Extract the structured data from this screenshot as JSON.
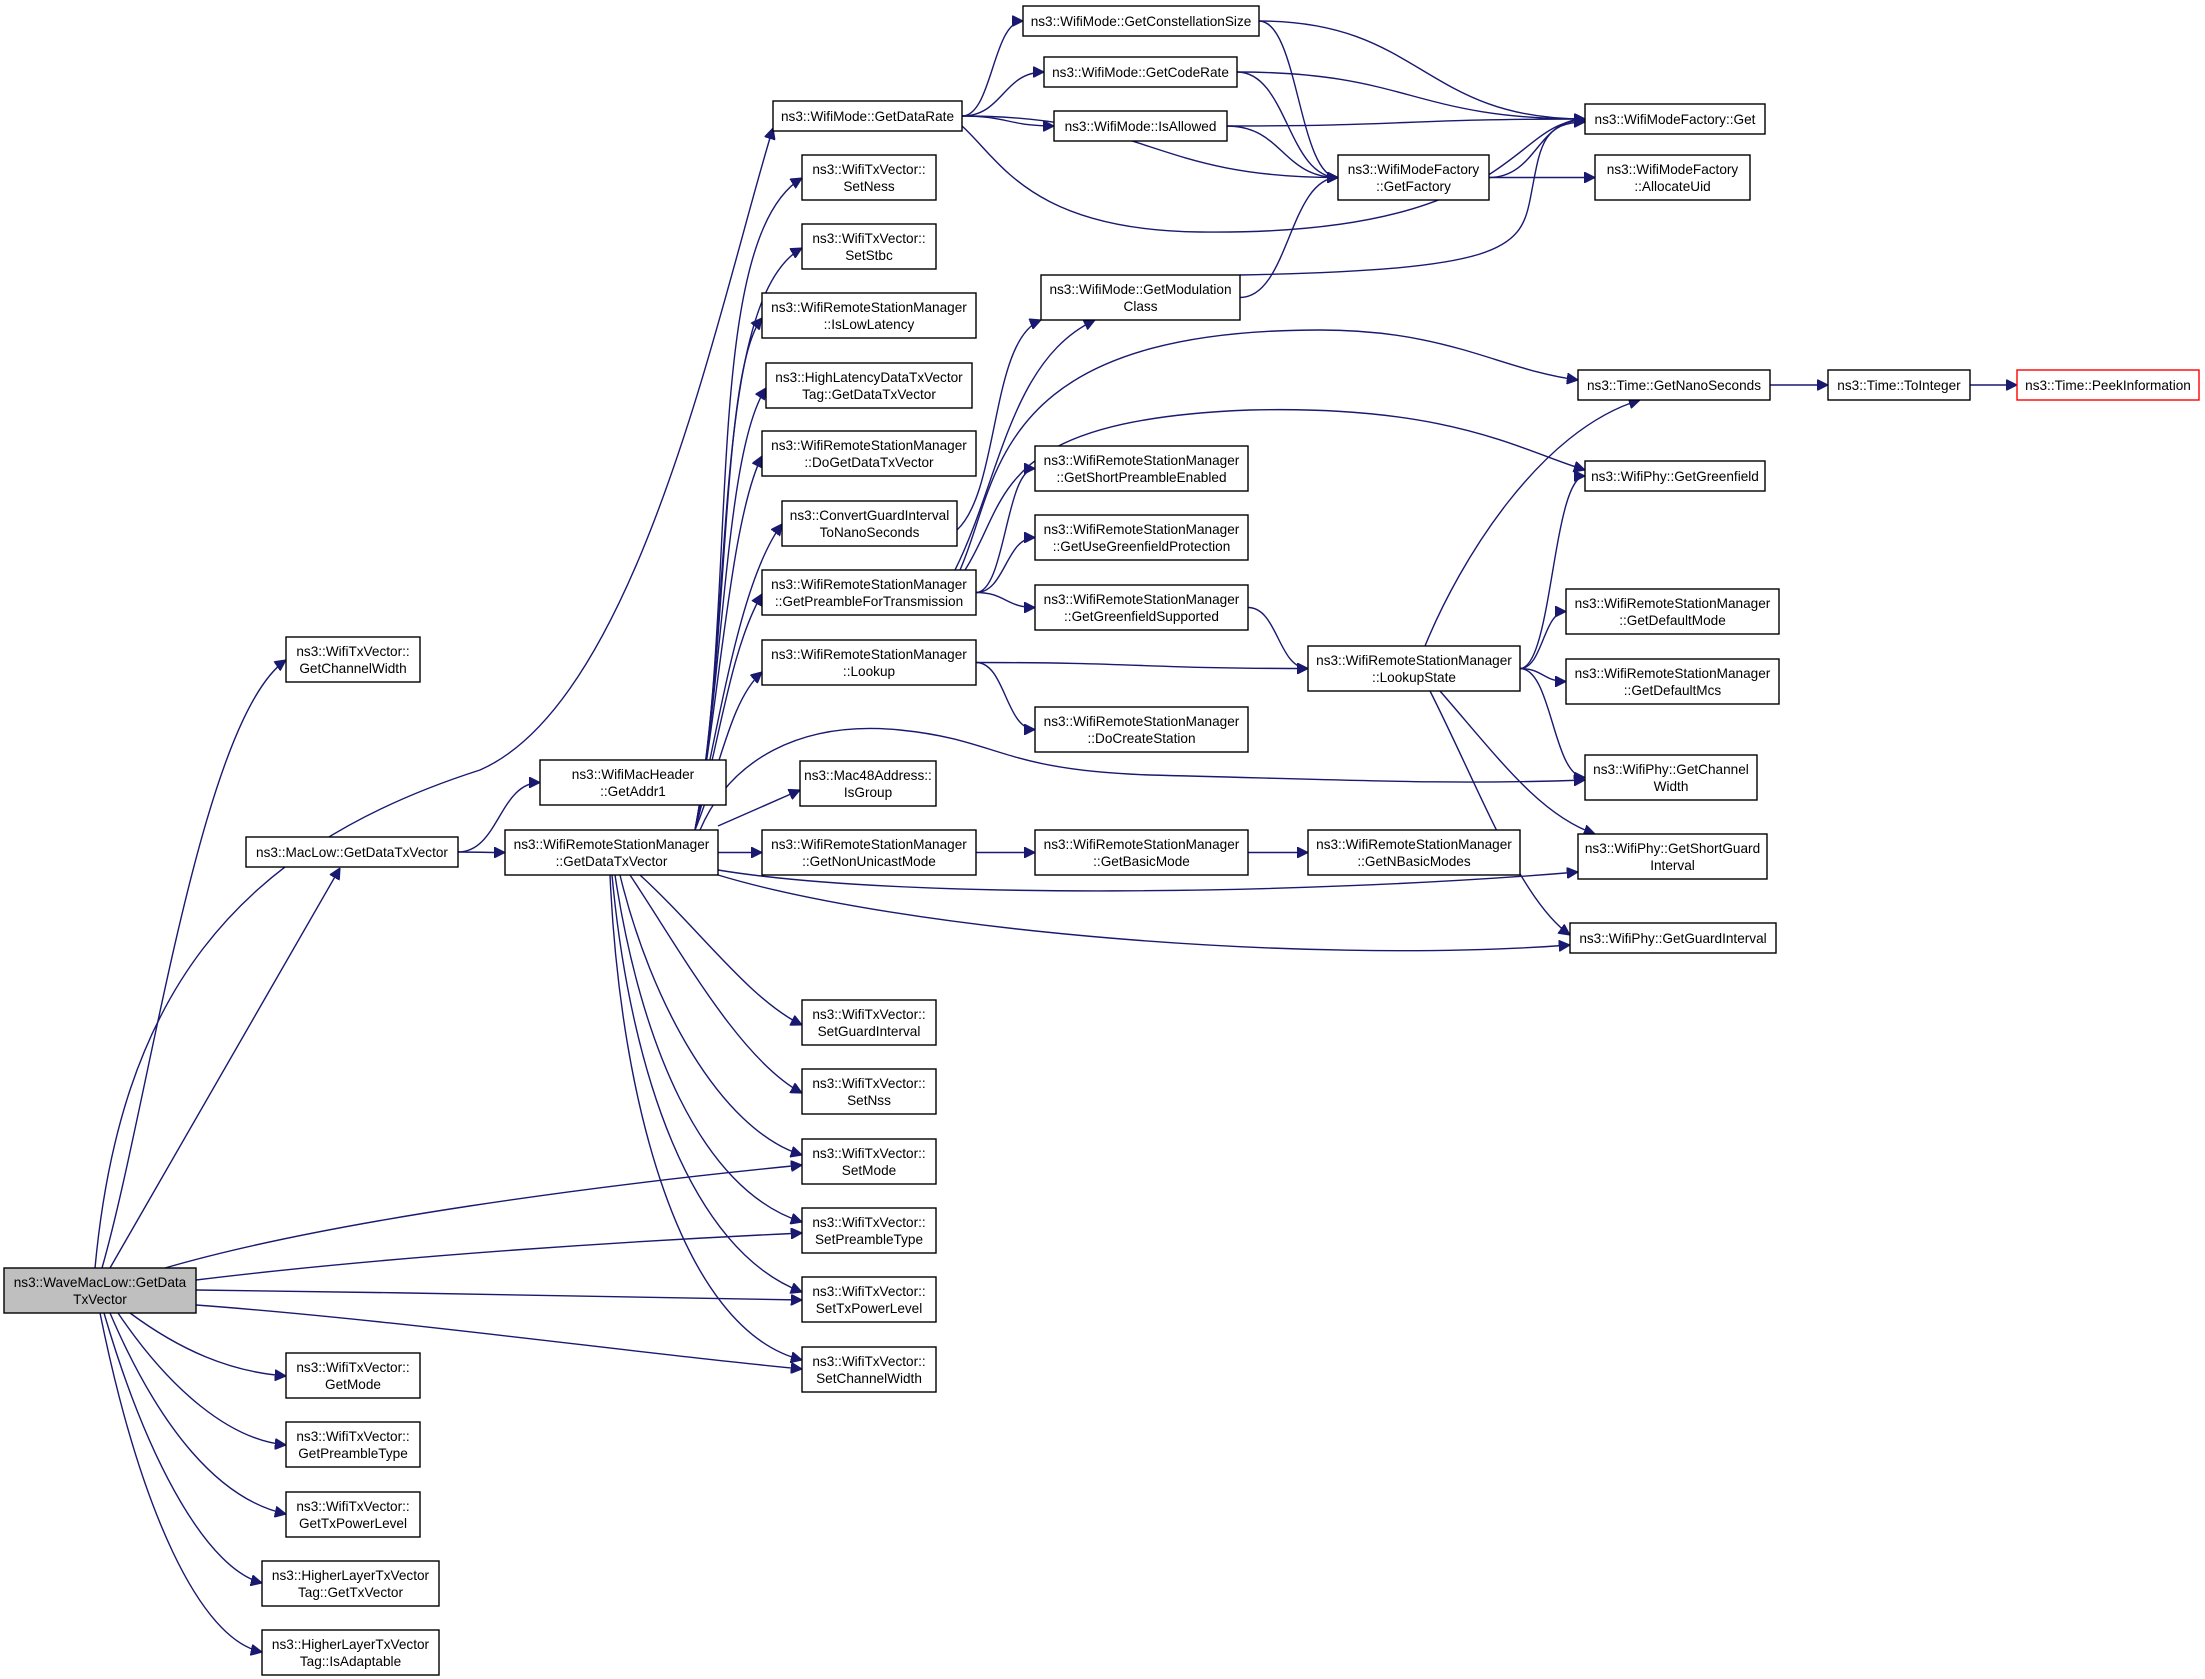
{
  "graph": {
    "title": "",
    "nodes": [
      {
        "id": "root",
        "lines": [
          "ns3::WaveMacLow::GetData",
          "TxVector"
        ],
        "style": "root"
      },
      {
        "id": "txv_getchw",
        "lines": [
          "ns3::WifiTxVector::",
          "GetChannelWidth"
        ]
      },
      {
        "id": "maclow",
        "lines": [
          "ns3::MacLow::GetDataTxVector"
        ]
      },
      {
        "id": "machdr",
        "lines": [
          "ns3::WifiMacHeader",
          "::GetAddr1"
        ]
      },
      {
        "id": "wrsm_gdtv",
        "lines": [
          "ns3::WifiRemoteStationManager",
          "::GetDataTxVector"
        ]
      },
      {
        "id": "mode_gdr",
        "lines": [
          "ns3::WifiMode::GetDataRate"
        ]
      },
      {
        "id": "mode_gcs",
        "lines": [
          "ns3::WifiMode::GetConstellationSize"
        ]
      },
      {
        "id": "mode_gcr",
        "lines": [
          "ns3::WifiMode::GetCodeRate"
        ]
      },
      {
        "id": "mode_isallowed",
        "lines": [
          "ns3::WifiMode::IsAllowed"
        ]
      },
      {
        "id": "mf_get",
        "lines": [
          "ns3::WifiModeFactory::Get"
        ]
      },
      {
        "id": "mf_getfactory",
        "lines": [
          "ns3::WifiModeFactory",
          "::GetFactory"
        ]
      },
      {
        "id": "mf_alloc",
        "lines": [
          "ns3::WifiModeFactory",
          "::AllocateUid"
        ]
      },
      {
        "id": "txv_setness",
        "lines": [
          "ns3::WifiTxVector::",
          "SetNess"
        ]
      },
      {
        "id": "txv_setstbc",
        "lines": [
          "ns3::WifiTxVector::",
          "SetStbc"
        ]
      },
      {
        "id": "mode_gmc",
        "lines": [
          "ns3::WifiMode::GetModulation",
          "Class"
        ]
      },
      {
        "id": "wrsm_islow",
        "lines": [
          "ns3::WifiRemoteStationManager",
          "::IsLowLatency"
        ]
      },
      {
        "id": "hltag",
        "lines": [
          "ns3::HighLatencyDataTxVector",
          "Tag::GetDataTxVector"
        ]
      },
      {
        "id": "time_gns",
        "lines": [
          "ns3::Time::GetNanoSeconds"
        ]
      },
      {
        "id": "time_toint",
        "lines": [
          "ns3::Time::ToInteger"
        ]
      },
      {
        "id": "time_peek",
        "lines": [
          "ns3::Time::PeekInformation"
        ],
        "style": "red"
      },
      {
        "id": "wrsm_dogdtv",
        "lines": [
          "ns3::WifiRemoteStationManager",
          "::DoGetDataTxVector"
        ]
      },
      {
        "id": "wrsm_gspe",
        "lines": [
          "ns3::WifiRemoteStationManager",
          "::GetShortPreambleEnabled"
        ]
      },
      {
        "id": "phy_greenfield",
        "lines": [
          "ns3::WifiPhy::GetGreenfield"
        ]
      },
      {
        "id": "cgi",
        "lines": [
          "ns3::ConvertGuardInterval",
          "ToNanoSeconds"
        ]
      },
      {
        "id": "wrsm_ugp",
        "lines": [
          "ns3::WifiRemoteStationManager",
          "::GetUseGreenfieldProtection"
        ]
      },
      {
        "id": "wrsm_gpft",
        "lines": [
          "ns3::WifiRemoteStationManager",
          "::GetPreambleForTransmission"
        ]
      },
      {
        "id": "wrsm_ggs",
        "lines": [
          "ns3::WifiRemoteStationManager",
          "::GetGreenfieldSupported"
        ]
      },
      {
        "id": "wrsm_gdm",
        "lines": [
          "ns3::WifiRemoteStationManager",
          "::GetDefaultMode"
        ]
      },
      {
        "id": "wrsm_lookup",
        "lines": [
          "ns3::WifiRemoteStationManager",
          "::Lookup"
        ]
      },
      {
        "id": "wrsm_ls",
        "lines": [
          "ns3::WifiRemoteStationManager",
          "::LookupState"
        ]
      },
      {
        "id": "wrsm_gdmcs",
        "lines": [
          "ns3::WifiRemoteStationManager",
          "::GetDefaultMcs"
        ]
      },
      {
        "id": "wrsm_dcs",
        "lines": [
          "ns3::WifiRemoteStationManager",
          "::DoCreateStation"
        ]
      },
      {
        "id": "phy_gcw",
        "lines": [
          "ns3::WifiPhy::GetChannel",
          "Width"
        ]
      },
      {
        "id": "mac48",
        "lines": [
          "ns3::Mac48Address::",
          "IsGroup"
        ]
      },
      {
        "id": "wrsm_gnum",
        "lines": [
          "ns3::WifiRemoteStationManager",
          "::GetNonUnicastMode"
        ]
      },
      {
        "id": "wrsm_gbm",
        "lines": [
          "ns3::WifiRemoteStationManager",
          "::GetBasicMode"
        ]
      },
      {
        "id": "wrsm_gnbm",
        "lines": [
          "ns3::WifiRemoteStationManager",
          "::GetNBasicModes"
        ]
      },
      {
        "id": "phy_gsgi",
        "lines": [
          "ns3::WifiPhy::GetShortGuard",
          "Interval"
        ]
      },
      {
        "id": "phy_ggi",
        "lines": [
          "ns3::WifiPhy::GetGuardInterval"
        ]
      },
      {
        "id": "txv_setgi",
        "lines": [
          "ns3::WifiTxVector::",
          "SetGuardInterval"
        ]
      },
      {
        "id": "txv_setnss",
        "lines": [
          "ns3::WifiTxVector::",
          "SetNss"
        ]
      },
      {
        "id": "txv_setmode",
        "lines": [
          "ns3::WifiTxVector::",
          "SetMode"
        ]
      },
      {
        "id": "txv_setpt",
        "lines": [
          "ns3::WifiTxVector::",
          "SetPreambleType"
        ]
      },
      {
        "id": "txv_settpl",
        "lines": [
          "ns3::WifiTxVector::",
          "SetTxPowerLevel"
        ]
      },
      {
        "id": "txv_setchw",
        "lines": [
          "ns3::WifiTxVector::",
          "SetChannelWidth"
        ]
      },
      {
        "id": "txv_getmode",
        "lines": [
          "ns3::WifiTxVector::",
          "GetMode"
        ]
      },
      {
        "id": "txv_getpt",
        "lines": [
          "ns3::WifiTxVector::",
          "GetPreambleType"
        ]
      },
      {
        "id": "txv_gettpl",
        "lines": [
          "ns3::WifiTxVector::",
          "GetTxPowerLevel"
        ]
      },
      {
        "id": "hltag_gtv",
        "lines": [
          "ns3::HigherLayerTxVector",
          "Tag::GetTxVector"
        ]
      },
      {
        "id": "hltag_isad",
        "lines": [
          "ns3::HigherLayerTxVector",
          "Tag::IsAdaptable"
        ]
      }
    ],
    "edges": [
      [
        "root",
        "txv_getchw"
      ],
      [
        "root",
        "maclow"
      ],
      [
        "root",
        "mode_gdr"
      ],
      [
        "root",
        "txv_setmode"
      ],
      [
        "root",
        "txv_setpt"
      ],
      [
        "root",
        "txv_settpl"
      ],
      [
        "root",
        "txv_setchw"
      ],
      [
        "root",
        "txv_getmode"
      ],
      [
        "root",
        "txv_getpt"
      ],
      [
        "root",
        "txv_gettpl"
      ],
      [
        "root",
        "hltag_gtv"
      ],
      [
        "root",
        "hltag_isad"
      ],
      [
        "maclow",
        "machdr"
      ],
      [
        "maclow",
        "wrsm_gdtv"
      ],
      [
        "mode_gdr",
        "mode_gcs"
      ],
      [
        "mode_gdr",
        "mode_gcr"
      ],
      [
        "mode_gdr",
        "mode_isallowed"
      ],
      [
        "mode_gdr",
        "mf_getfactory"
      ],
      [
        "mode_gdr",
        "mf_get"
      ],
      [
        "mode_gcs",
        "mf_get"
      ],
      [
        "mode_gcs",
        "mf_getfactory"
      ],
      [
        "mode_gcr",
        "mf_get"
      ],
      [
        "mode_gcr",
        "mf_getfactory"
      ],
      [
        "mode_isallowed",
        "mf_get"
      ],
      [
        "mode_isallowed",
        "mf_getfactory"
      ],
      [
        "mf_getfactory",
        "mf_get"
      ],
      [
        "mf_getfactory",
        "mf_alloc"
      ],
      [
        "mode_gmc",
        "mf_getfactory"
      ],
      [
        "mode_gmc",
        "mf_get"
      ],
      [
        "time_gns",
        "time_toint"
      ],
      [
        "time_toint",
        "time_peek"
      ],
      [
        "cgi",
        "mode_gmc"
      ],
      [
        "wrsm_gpft",
        "mode_gmc"
      ],
      [
        "wrsm_gpft",
        "time_gns"
      ],
      [
        "wrsm_gpft",
        "phy_greenfield"
      ],
      [
        "wrsm_gpft",
        "wrsm_gspe"
      ],
      [
        "wrsm_gpft",
        "wrsm_ugp"
      ],
      [
        "wrsm_gpft",
        "wrsm_ggs"
      ],
      [
        "wrsm_ggs",
        "wrsm_ls"
      ],
      [
        "wrsm_lookup",
        "wrsm_ls"
      ],
      [
        "wrsm_lookup",
        "wrsm_dcs"
      ],
      [
        "wrsm_ls",
        "time_gns"
      ],
      [
        "wrsm_ls",
        "phy_greenfield"
      ],
      [
        "wrsm_ls",
        "wrsm_gdm"
      ],
      [
        "wrsm_ls",
        "wrsm_gdmcs"
      ],
      [
        "wrsm_ls",
        "phy_gcw"
      ],
      [
        "wrsm_ls",
        "phy_gsgi"
      ],
      [
        "wrsm_ls",
        "phy_ggi"
      ],
      [
        "wrsm_gnum",
        "wrsm_gbm"
      ],
      [
        "wrsm_gbm",
        "wrsm_gnbm"
      ],
      [
        "wrsm_gdtv",
        "txv_setness"
      ],
      [
        "wrsm_gdtv",
        "txv_setstbc"
      ],
      [
        "wrsm_gdtv",
        "wrsm_islow"
      ],
      [
        "wrsm_gdtv",
        "hltag"
      ],
      [
        "wrsm_gdtv",
        "wrsm_dogdtv"
      ],
      [
        "wrsm_gdtv",
        "cgi"
      ],
      [
        "wrsm_gdtv",
        "wrsm_gpft"
      ],
      [
        "wrsm_gdtv",
        "wrsm_lookup"
      ],
      [
        "wrsm_gdtv",
        "mac48"
      ],
      [
        "wrsm_gdtv",
        "wrsm_gnum"
      ],
      [
        "wrsm_gdtv",
        "phy_gcw"
      ],
      [
        "wrsm_gdtv",
        "phy_gsgi"
      ],
      [
        "wrsm_gdtv",
        "phy_ggi"
      ],
      [
        "wrsm_gdtv",
        "txv_setgi"
      ],
      [
        "wrsm_gdtv",
        "txv_setnss"
      ],
      [
        "wrsm_gdtv",
        "txv_setmode"
      ],
      [
        "wrsm_gdtv",
        "txv_setpt"
      ],
      [
        "wrsm_gdtv",
        "txv_settpl"
      ],
      [
        "wrsm_gdtv",
        "txv_setchw"
      ]
    ],
    "colors": {
      "edge": "#191970",
      "box_border": "#000000",
      "root_fill": "#bfbfbf",
      "red_border": "#ff0000"
    }
  }
}
